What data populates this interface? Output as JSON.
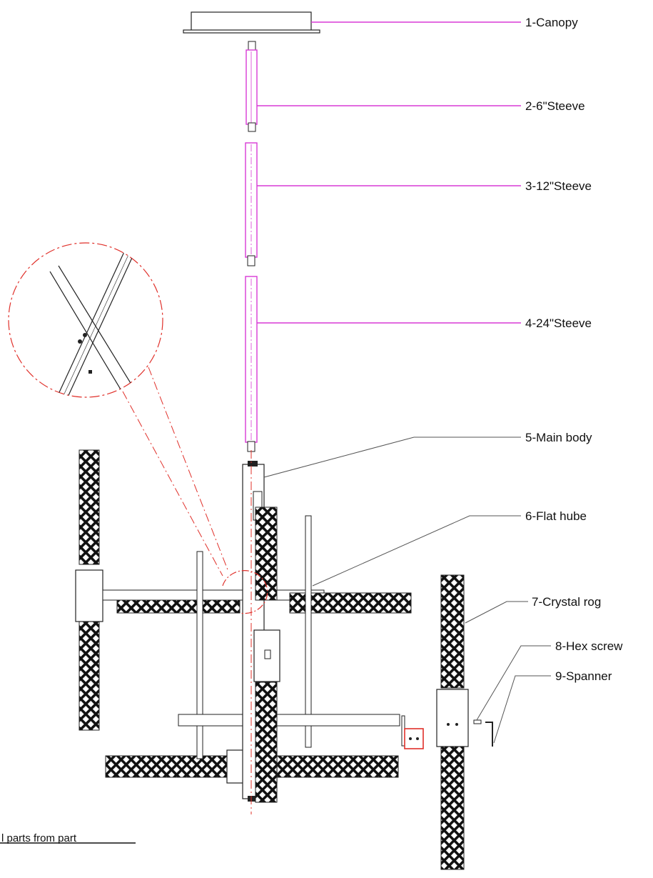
{
  "labels": [
    {
      "text": "1-Canopy",
      "color": "#d83ad6"
    },
    {
      "text": "2-6\"Steeve",
      "color": "#d83ad6"
    },
    {
      "text": "3-12\"Steeve",
      "color": "#d83ad6"
    },
    {
      "text": "4-24\"Steeve",
      "color": "#d83ad6"
    },
    {
      "text": "5-Main body",
      "color": "#555555"
    },
    {
      "text": "6-Flat hube",
      "color": "#555555"
    },
    {
      "text": "7-Crystal rog",
      "color": "#555555"
    },
    {
      "text": "8-Hex screw",
      "color": "#555555"
    },
    {
      "text": "9-Spanner",
      "color": "#555555"
    }
  ],
  "footer": {
    "text": "l parts from part"
  },
  "colors": {
    "sleeve": "#d83ad6",
    "detail": "#e0302a",
    "line": "#222222"
  },
  "icons": {
    "crystal_pattern": "crosshatch-diamond"
  }
}
